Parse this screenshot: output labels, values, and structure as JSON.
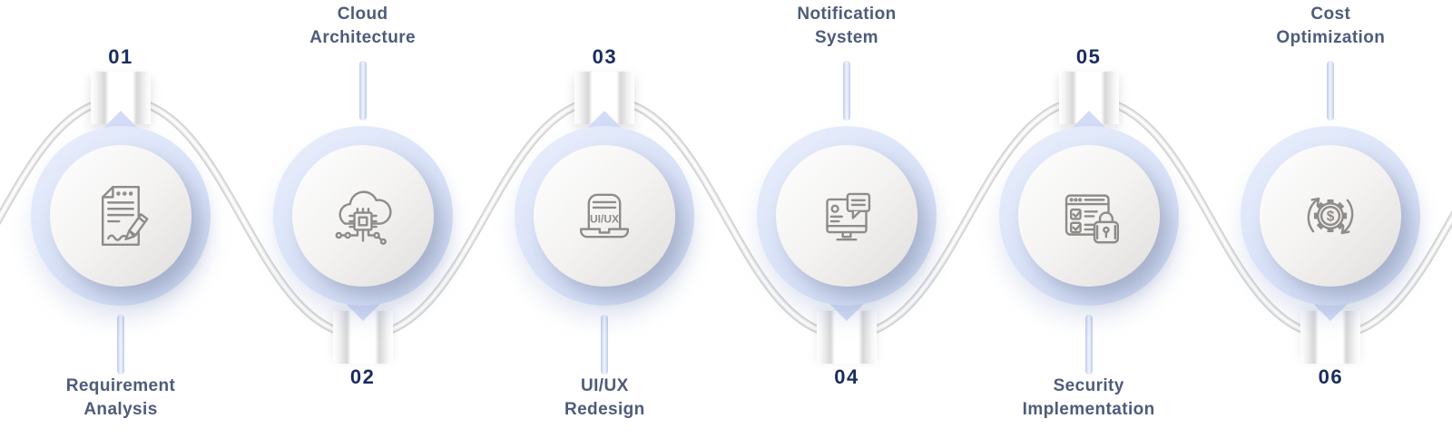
{
  "diagram_title": "",
  "colors": {
    "background": "#ffffff",
    "number_text": "#192c5f",
    "label_text": "#4e5b7b",
    "balloon": "#d9e2f8",
    "balloon_tail": "#d2dcf6",
    "inner_circle": "#f4f3f2",
    "icon_stroke": "#8f8b88",
    "wave_line": "#d3d3d3",
    "connector_line": "#bccaed"
  },
  "icon_texts": {
    "laptop_screen": "UI/UX",
    "gear_center": "$"
  },
  "steps": [
    {
      "number": "01",
      "label": "Requirement Analysis",
      "label_lines": [
        "Requirement",
        "Analysis"
      ],
      "icon": "document-pen-icon",
      "position": "top"
    },
    {
      "number": "02",
      "label": "Cloud Architecture",
      "label_lines": [
        "Cloud",
        "Architecture"
      ],
      "icon": "cloud-chip-icon",
      "position": "bottom"
    },
    {
      "number": "03",
      "label": "UI/UX Redesign",
      "label_lines": [
        "UI/UX",
        "Redesign"
      ],
      "icon": "laptop-uiux-icon",
      "position": "top"
    },
    {
      "number": "04",
      "label": "Notification System",
      "label_lines": [
        "Notification",
        "System"
      ],
      "icon": "monitor-chat-icon",
      "position": "bottom"
    },
    {
      "number": "05",
      "label": "Security Implementation",
      "label_lines": [
        "Security",
        "Implementation"
      ],
      "icon": "checklist-lock-icon",
      "position": "top"
    },
    {
      "number": "06",
      "label": "Cost Optimization",
      "label_lines": [
        "Cost",
        "Optimization"
      ],
      "icon": "gear-dollar-icon",
      "position": "bottom"
    }
  ]
}
